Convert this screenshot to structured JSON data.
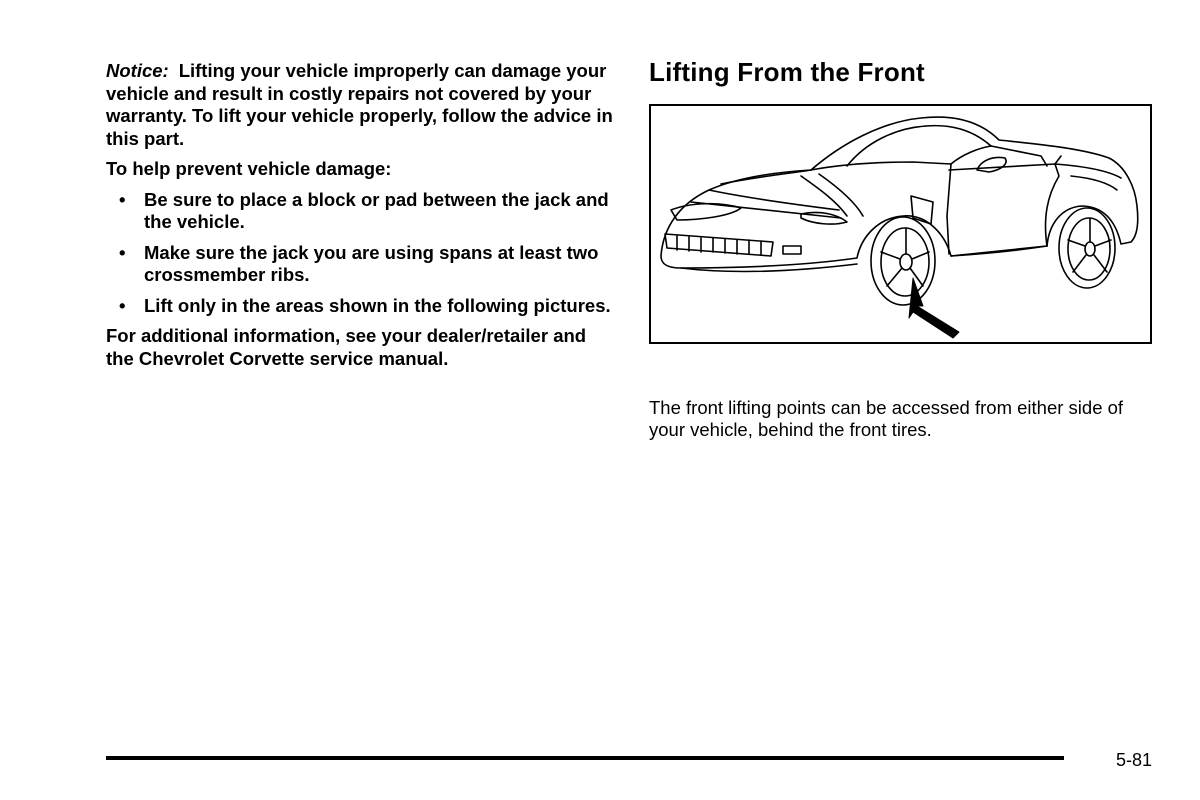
{
  "left": {
    "notice_label": "Notice:",
    "notice_text": "Lifting your vehicle improperly can damage your vehicle and result in costly repairs not covered by your warranty. To lift your vehicle properly, follow the advice in this part.",
    "intro": "To help prevent vehicle damage:",
    "bullets": [
      "Be sure to place a block or pad between the jack and the vehicle.",
      "Make sure the jack you are using spans at least two crossmember ribs.",
      "Lift only in the areas shown in the following pictures."
    ],
    "bullet_symbol": "•",
    "closing": "For additional information, see your dealer/retailer and the Chevrolet Corvette service manual."
  },
  "right": {
    "heading": "Lifting From the Front",
    "figure_icon": "car-line-drawing-with-arrow",
    "caption": "The front lifting points can be accessed from either side of your vehicle, behind the front tires."
  },
  "footer": {
    "page_number": "5-81"
  },
  "colors": {
    "text": "#000000",
    "background": "#ffffff"
  }
}
